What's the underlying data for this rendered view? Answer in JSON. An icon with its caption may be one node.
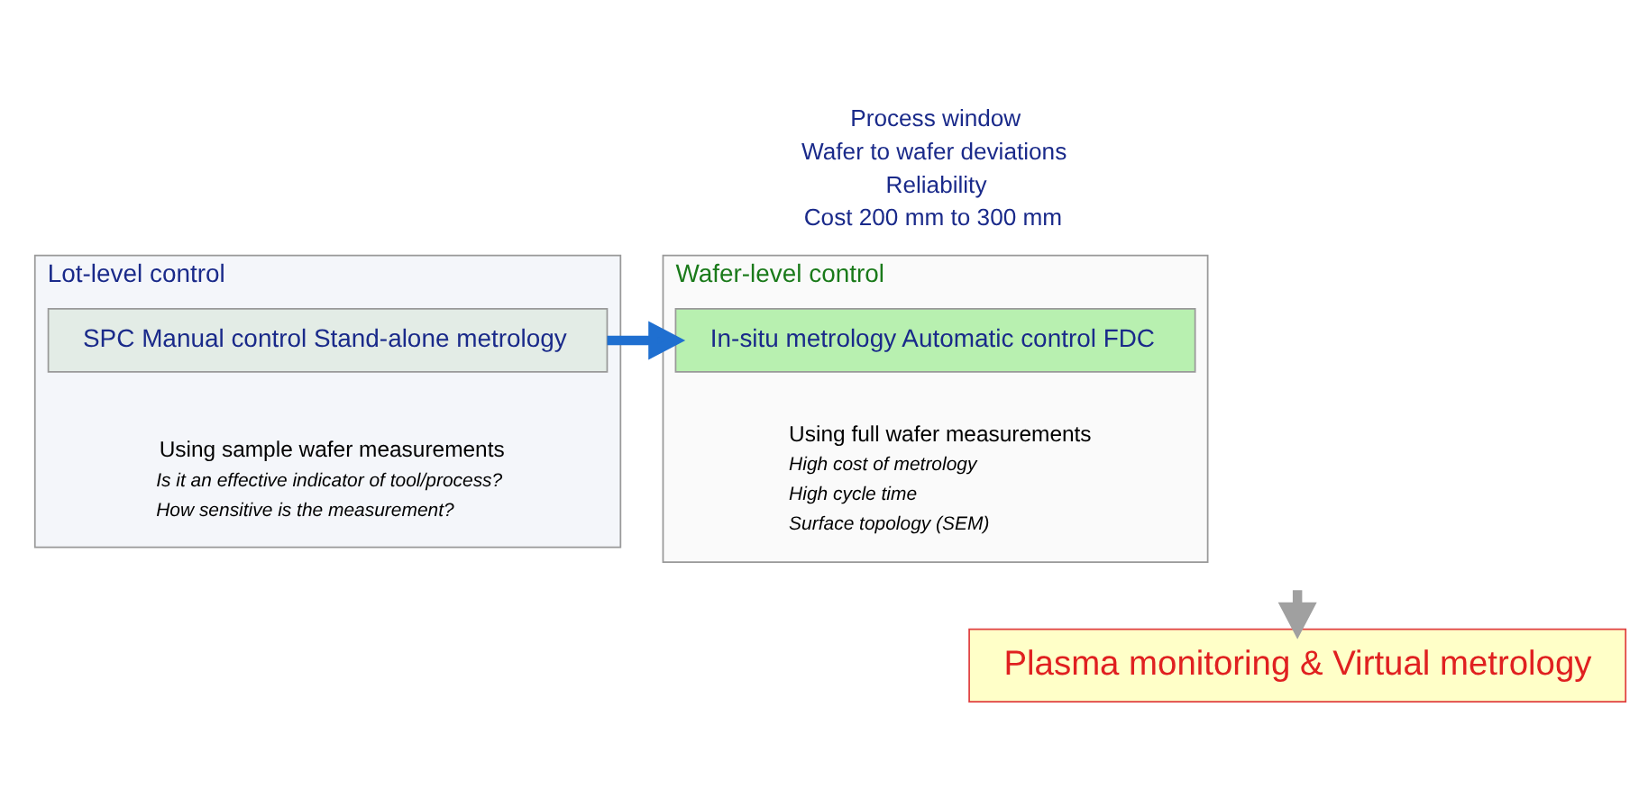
{
  "diagram": {
    "nodes": [
      {
        "text": [
          "Lot-level control",
          "Using sample wafer measurements",
          "Is it an effective indicator of tool/process?",
          "How sensitive is the measurement?"
        ]
      },
      {
        "text": [
          "SPC Manual control Stand-alone metrology"
        ],
        "in": 0
      },
      {
        "text": [
          "Wafer-level control",
          "Using full wafer measurements",
          "High cost of metrology",
          "High cycle time",
          "Surface topology (SEM)"
        ]
      },
      {
        "text": [
          "In-situ metrology Automatic control FDC"
        ],
        "in": 2
      },
      {
        "text": [
          "Plasma monitoring & Virtual metrology"
        ]
      }
    ],
    "edges": [
      {
        "from": 1,
        "to": 3,
        "arrow": "to",
        "color": "#1f6fd0"
      },
      {
        "from": null,
        "to": 4,
        "arrow": "to",
        "color": "#a0a0a0"
      }
    ],
    "labels": [
      "Process window",
      "Wafer to wafer deviations",
      "Reliability",
      "Cost 200 mm to 300 mm"
    ]
  }
}
